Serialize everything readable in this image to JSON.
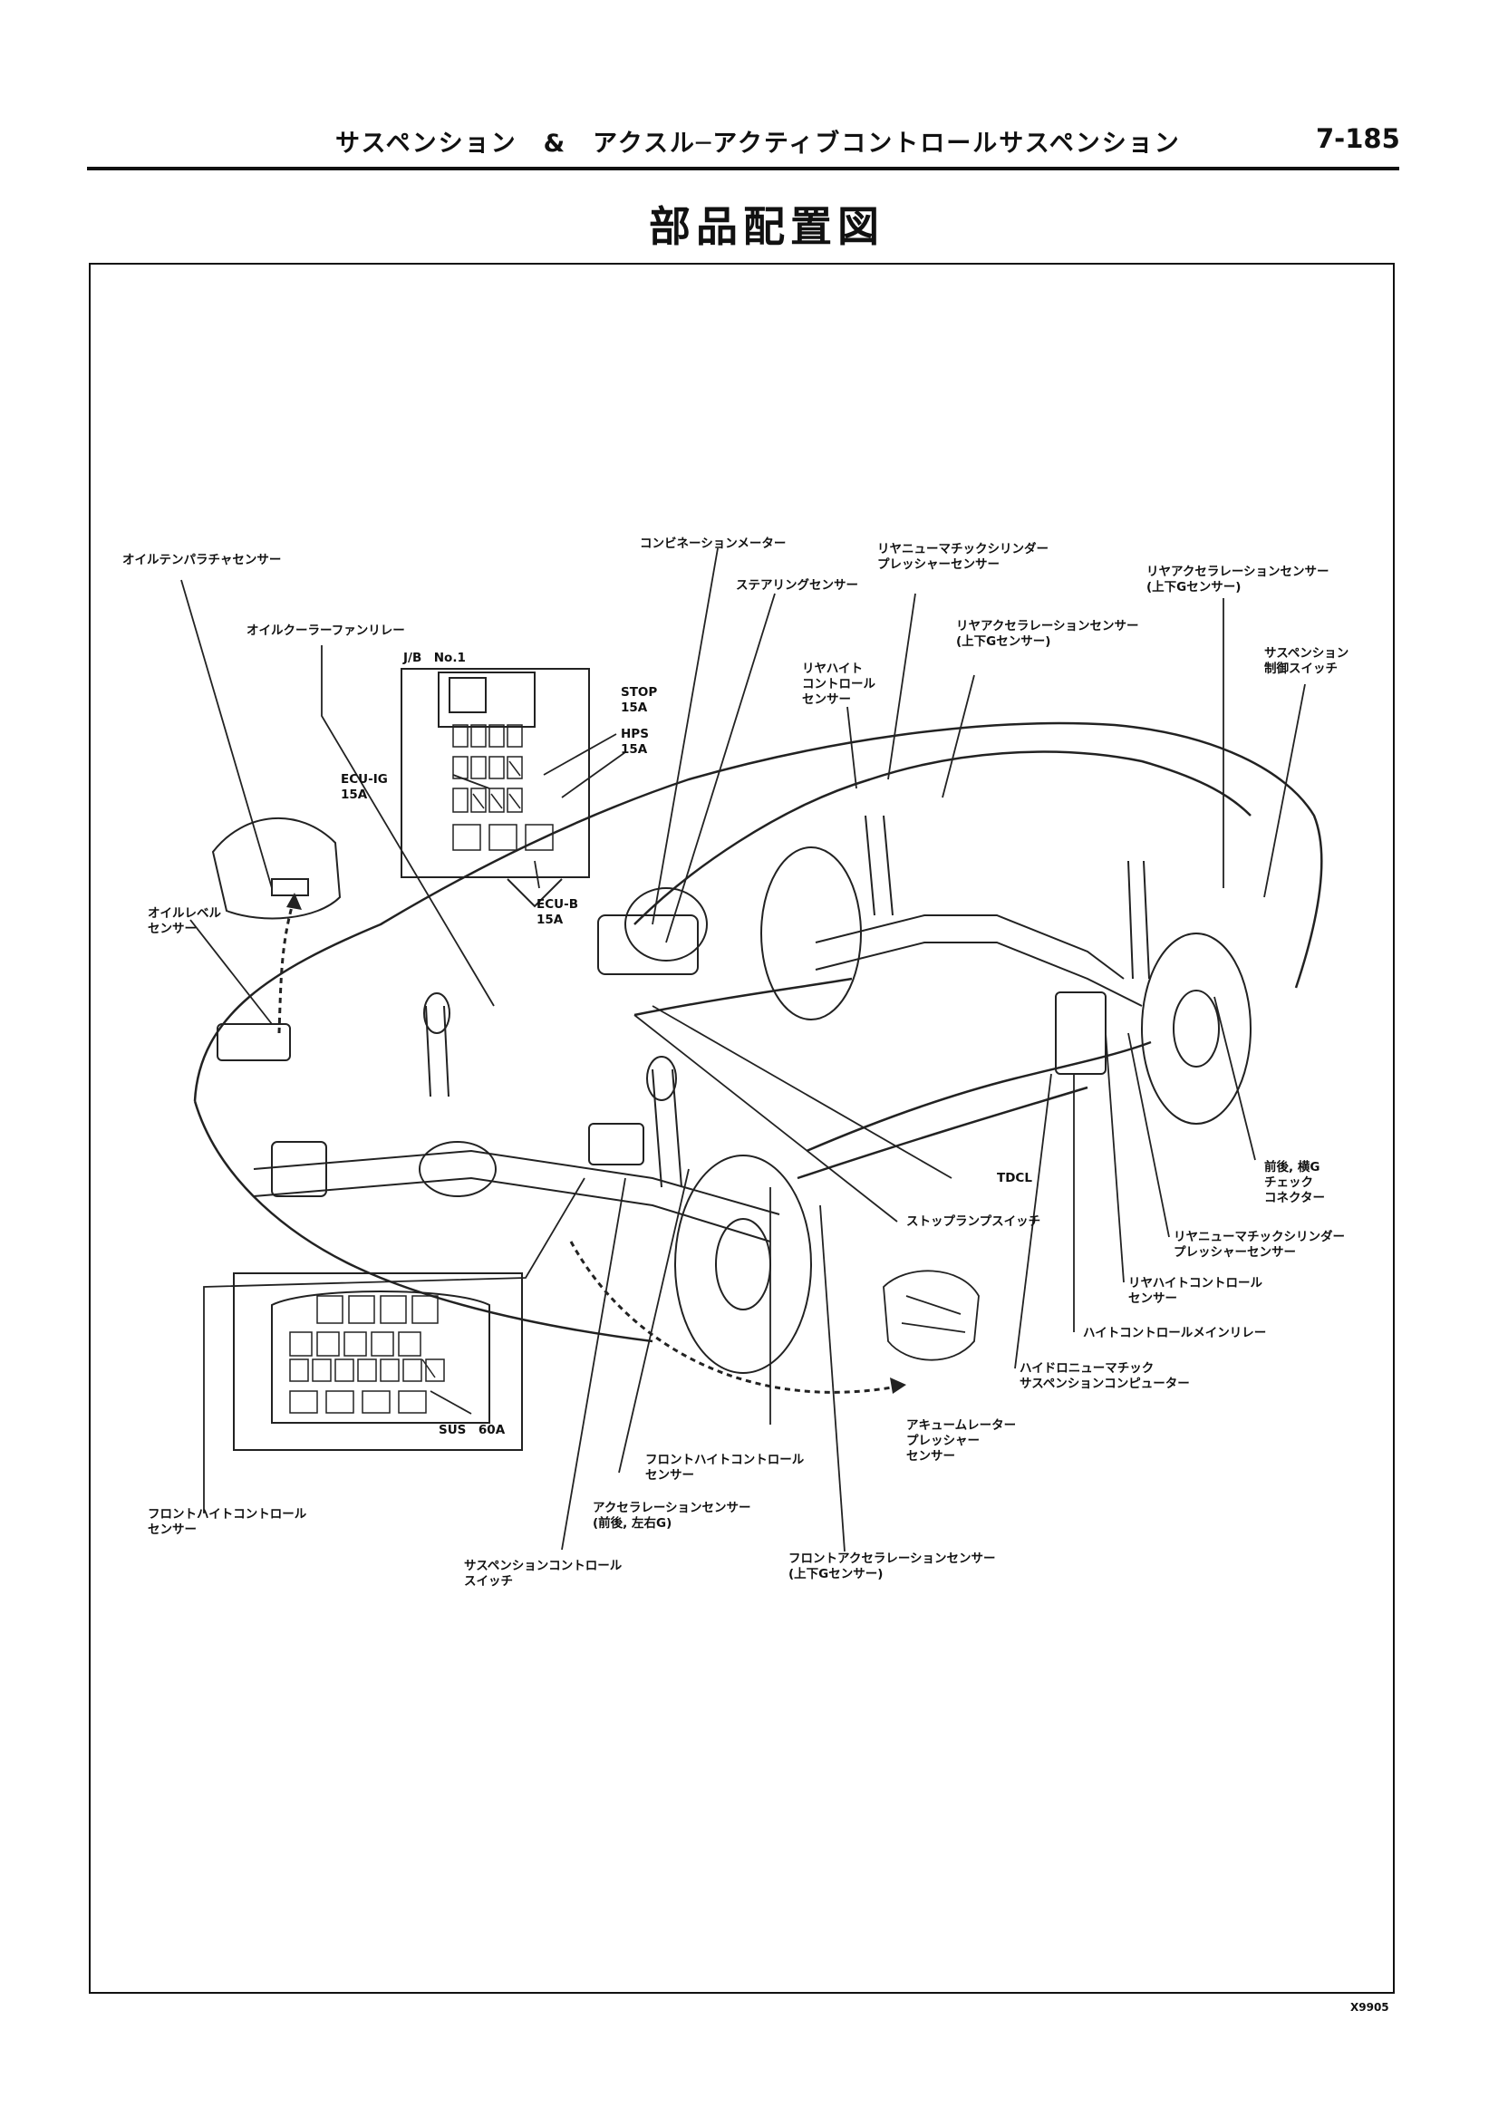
{
  "header": {
    "title": "サスペンション　&　アクスル─アクティブコントロールサスペンション",
    "page_number": "7-185"
  },
  "page_title": "部品配置図",
  "labels": {
    "oil_temp_sensor": "オイルテンパラチャセンサー",
    "oil_cooler_fan_relay": "オイルクーラーファンリレー",
    "jb_no1": "J/B　No.1",
    "stop_fuse": "STOP\n15A",
    "hps_fuse": "HPS\n15A",
    "ecu_ig_fuse": "ECU-IG\n15A",
    "ecu_b_fuse": "ECU-B\n15A",
    "oil_level_sensor": "オイルレベル\nセンサー",
    "combination_meter": "コンビネーションメーター",
    "steering_sensor": "ステアリングセンサー",
    "rear_cyl_pressure_top": "リヤニューマチックシリンダー\nプレッシャーセンサー",
    "rear_accel_sensor_top": "リヤアクセラレーションセンサー\n(上下Gセンサー)",
    "rear_height_ctrl_sensor_top": "リヤハイト\nコントロール\nセンサー",
    "rear_accel_sensor_right": "リヤアクセラレーションセンサー\n(上下Gセンサー)",
    "suspension_ctrl_switch_right": "サスペンション\n制御スイッチ",
    "tdcl": "TDCL",
    "stop_lamp_switch": "ストップランプスイッチ",
    "g_check_connector": "前後, 横G\nチェック\nコネクター",
    "rear_cyl_pressure_right": "リヤニューマチックシリンダー\nプレッシャーセンサー",
    "rear_height_ctrl_sensor_right": "リヤハイトコントロール\nセンサー",
    "height_ctrl_main_relay": "ハイトコントロールメインリレー",
    "hydro_pneumatic_computer": "ハイドロニューマチック\nサスペンションコンピューター",
    "accumulator_pressure_sensor": "アキュームレーター\nプレッシャー\nセンサー",
    "sus_fuse": "SUS　60A",
    "front_height_ctrl_sensor_mid": "フロントハイトコントロール\nセンサー",
    "accel_sensor": "アクセラレーションセンサー\n(前後, 左右G)",
    "front_height_ctrl_sensor_left": "フロントハイトコントロール\nセンサー",
    "suspension_ctrl_switch_bottom": "サスペンションコントロール\nスイッチ",
    "front_accel_sensor": "フロントアクセラレーションセンサー\n(上下Gセンサー)"
  },
  "doc_code": "X9905"
}
